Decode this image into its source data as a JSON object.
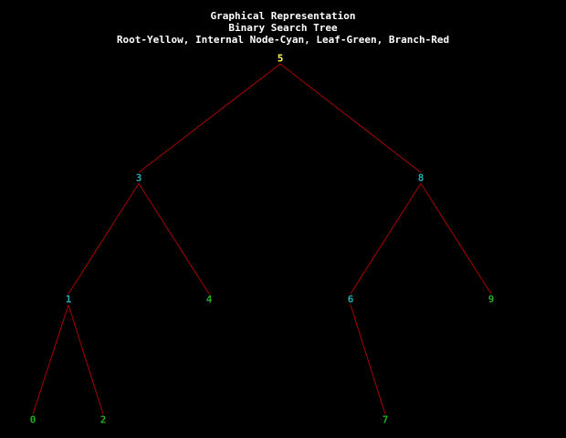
{
  "header": {
    "line1": "Graphical Representation",
    "line2": "Binary Search Tree",
    "line3": "Root-Yellow, Internal Node-Cyan, Leaf-Green, Branch-Red"
  },
  "colors": {
    "background": "#000000",
    "title": "#ffffff",
    "root": "#ffff55",
    "internal": "#22aaaa",
    "leaf": "#22aa22",
    "branch": "#aa0000"
  },
  "tree": {
    "nodes": [
      {
        "id": "n5",
        "value": "5",
        "role": "root"
      },
      {
        "id": "n3",
        "value": "3",
        "role": "internal"
      },
      {
        "id": "n8",
        "value": "8",
        "role": "internal"
      },
      {
        "id": "n1",
        "value": "1",
        "role": "internal"
      },
      {
        "id": "n4",
        "value": "4",
        "role": "leaf"
      },
      {
        "id": "n6",
        "value": "6",
        "role": "internal"
      },
      {
        "id": "n9",
        "value": "9",
        "role": "leaf"
      },
      {
        "id": "n0",
        "value": "0",
        "role": "leaf"
      },
      {
        "id": "n2",
        "value": "2",
        "role": "leaf"
      },
      {
        "id": "n7",
        "value": "7",
        "role": "leaf"
      }
    ],
    "edges": [
      {
        "from": "n5",
        "to": "n3"
      },
      {
        "from": "n5",
        "to": "n8"
      },
      {
        "from": "n3",
        "to": "n1"
      },
      {
        "from": "n3",
        "to": "n4"
      },
      {
        "from": "n8",
        "to": "n6"
      },
      {
        "from": "n8",
        "to": "n9"
      },
      {
        "from": "n1",
        "to": "n0"
      },
      {
        "from": "n1",
        "to": "n2"
      },
      {
        "from": "n6",
        "to": "n7"
      }
    ]
  }
}
